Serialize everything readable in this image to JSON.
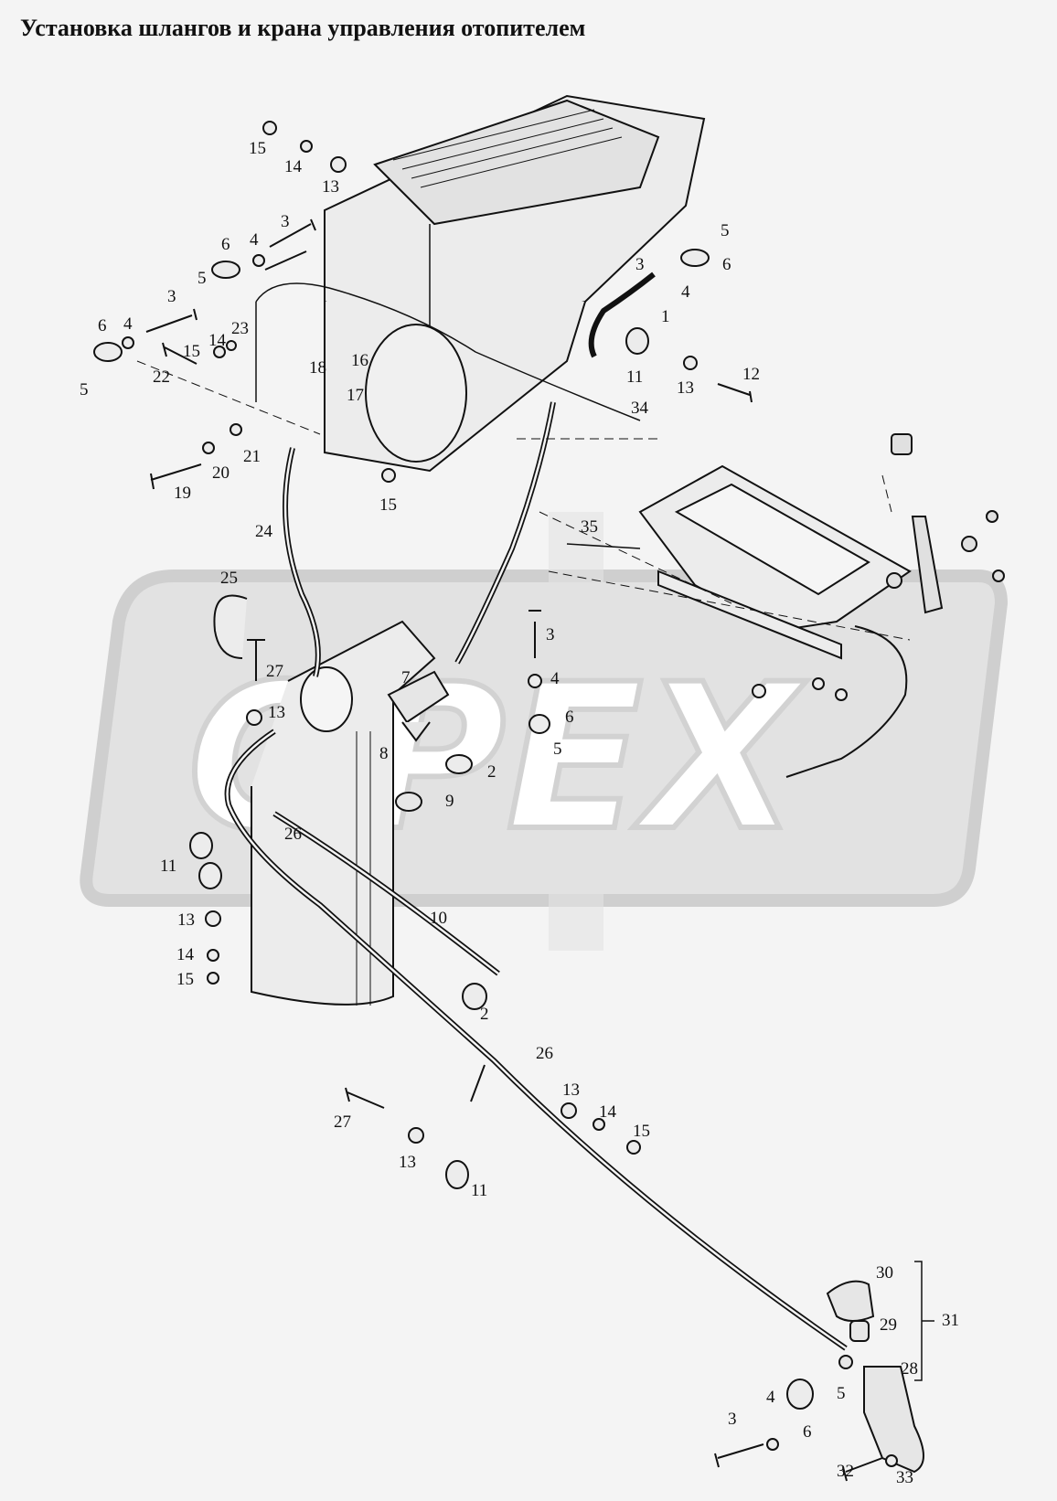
{
  "title": "Установка шлангов и крана управления отопителем",
  "watermark": {
    "text": "OPEX",
    "fill_color": "#d6d6d6"
  },
  "colors": {
    "background": "#f4f4f4",
    "line": "#111111",
    "fill": "#e9e9e9"
  },
  "callouts": [
    "1",
    "2",
    "3",
    "4",
    "5",
    "6",
    "7",
    "8",
    "9",
    "10",
    "11",
    "12",
    "13",
    "14",
    "15",
    "17",
    "18",
    "19",
    "20",
    "21",
    "22",
    "23",
    "24",
    "25",
    "26",
    "27",
    "28",
    "29",
    "30",
    "31",
    "32",
    "33",
    "34",
    "35",
    "16"
  ]
}
